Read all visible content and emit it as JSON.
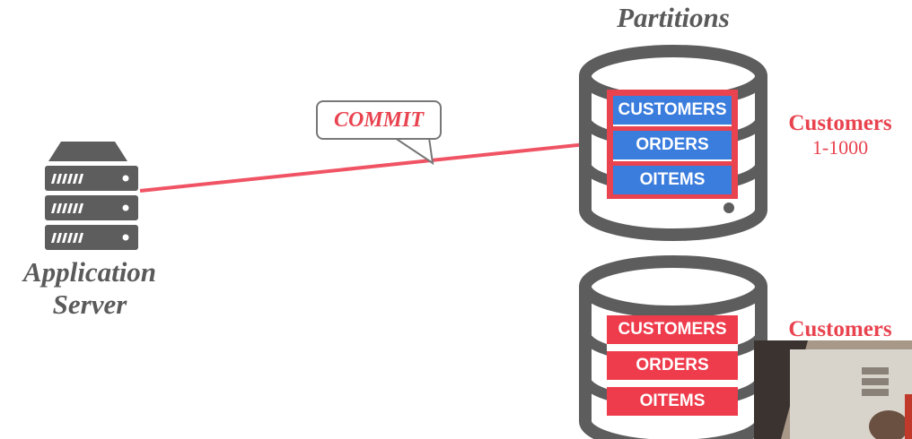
{
  "diagram": {
    "heading": "Partitions",
    "app_server": {
      "line1": "Application",
      "line2": "Server"
    },
    "message": "COMMIT",
    "partitions": [
      {
        "tables": [
          "CUSTOMERS",
          "ORDERS",
          "OITEMS"
        ],
        "label_title": "Customers",
        "label_range": "1-1000",
        "highlighted": true
      },
      {
        "tables": [
          "CUSTOMERS",
          "ORDERS",
          "OITEMS"
        ],
        "label_title": "Customers",
        "label_range": "",
        "highlighted": false
      }
    ],
    "colors": {
      "accent": "#e8434f",
      "db_gray": "#5d5d5d",
      "table_blue": "#3b7ddd",
      "table_red": "#ee3c4c"
    }
  }
}
